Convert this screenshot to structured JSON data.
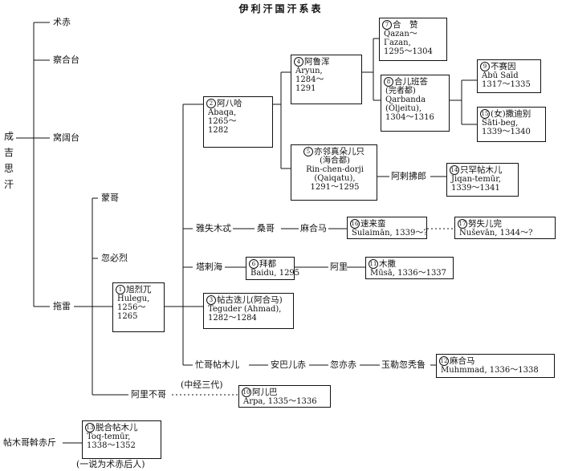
{
  "title": "伊利汗国汗系表",
  "genghis": "成吉思汗",
  "sons": [
    "术赤",
    "察合台",
    "窝阔台",
    "拖雷"
  ],
  "tolui_sons": [
    "蒙哥",
    "忽必烈"
  ],
  "other_labels": {
    "arigh": "阿里不哥",
    "mid3": "(中经三代)",
    "tuqa": "帖木哥斡赤斤",
    "tuqa_note": "(一说为术赤后人)",
    "yoshmut": "雅失木忒",
    "sanggo": "桑哥",
    "mahama1": "麻合马",
    "taraqai": "塔剌海",
    "ali": "阿里",
    "mongke_temur": "忙哥帖木儿",
    "anbarchi": "安巴儿赤",
    "ilchi": "忽亦赤",
    "yol_qutlugh": "玉勒忽秃鲁",
    "arjiafu": "阿剌拂郎"
  },
  "rulers": {
    "r1": {
      "num": "1",
      "name": "旭烈兀",
      "lines": [
        "Hulegu,",
        "1256～",
        "1265"
      ]
    },
    "r2": {
      "num": "2",
      "name": "阿八哈",
      "lines": [
        "Abaqa,",
        "1265～",
        "1282"
      ]
    },
    "r3": {
      "num": "3",
      "name": "帖古迭儿(阿合马)",
      "lines": [
        "Teguder (Ahmad),",
        "1282～1284"
      ]
    },
    "r4": {
      "num": "4",
      "name": "阿鲁浑",
      "lines": [
        "Aryun,",
        "1284～",
        "1291"
      ]
    },
    "r5": {
      "num": "5",
      "name": "亦邻真朵儿只",
      "lines": [
        "(海合都)",
        "Rin-chen-dorji",
        "(Qaiqatu),",
        "1291～1295"
      ]
    },
    "r6": {
      "num": "6",
      "name": "拜都",
      "lines": [
        "Baidu, 1295"
      ]
    },
    "r7": {
      "num": "7",
      "name": "合　赞",
      "lines": [
        "Qazan～",
        "Γazan,",
        "1295～1304"
      ]
    },
    "r8": {
      "num": "8",
      "name": "合儿班答",
      "lines": [
        "(完者都)",
        "Qarbanda",
        "(Öljeitu),",
        "1304～1316"
      ]
    },
    "r9": {
      "num": "9",
      "name": "不赛因",
      "lines": [
        "Abū Saīd",
        "1317～1335"
      ]
    },
    "r10": {
      "num": "10",
      "name": "阿儿巴",
      "lines": [
        "Arpa, 1335～1336"
      ]
    },
    "r11": {
      "num": "11",
      "name": "木撒",
      "lines": [
        "Mūsā, 1336～1337"
      ]
    },
    "r12": {
      "num": "12",
      "name": "麻合马",
      "lines": [
        "Muhmmad, 1336～1338"
      ]
    },
    "r13": {
      "num": "13",
      "name": "脱合帖木儿",
      "lines": [
        "Toq-temūr,",
        "1338～1352"
      ]
    },
    "r14": {
      "num": "14",
      "name": "只罕帖木儿",
      "lines": [
        "Jiqan-temūr,",
        "1339～1341"
      ]
    },
    "r15": {
      "num": "15",
      "name": "(女)撒迪别",
      "lines": [
        "Sāti-beg,",
        "1339～1340"
      ]
    },
    "r16": {
      "num": "16",
      "name": "速来蛮",
      "lines": [
        "Sulaimān, 1339～?"
      ]
    },
    "r17": {
      "num": "17",
      "name": "努失儿完",
      "lines": [
        "Nuševān, 1344～?"
      ]
    }
  }
}
